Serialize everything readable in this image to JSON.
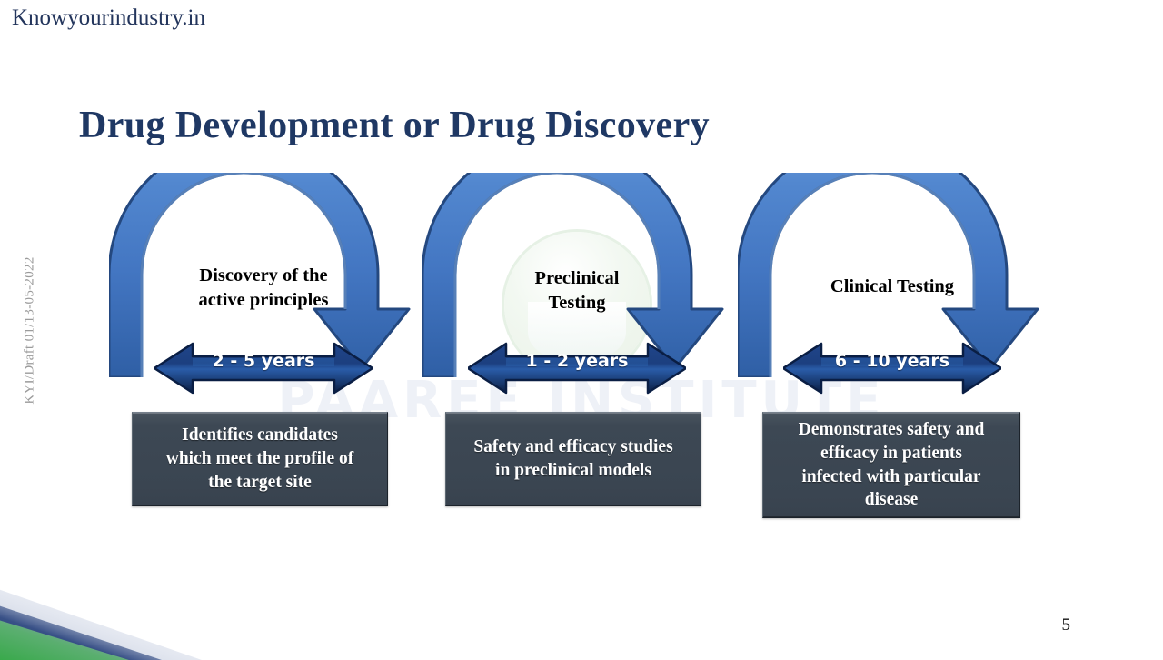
{
  "brand": "Knowyourindustry.in",
  "side_note": "KYI/Draft 01/13-05-2022",
  "title": "Drug Development or Drug Discovery",
  "page_number": "5",
  "watermark": {
    "text": "PAAREE INSTITUTE",
    "logo_name": "paaree-institute-seal"
  },
  "colors": {
    "title": "#1f3864",
    "brand": "#23355c",
    "arc_blue": "#4a7cc6",
    "arc_blue_dark": "#2e5496",
    "duration_navy": "#16346b",
    "duration_navy_dark": "#0b1f46",
    "caption_slate": "#3d4854",
    "corner_green": "#3cab4a",
    "corner_navy": "#1f3864",
    "watermark_text": "#eef1f7"
  },
  "stages": [
    {
      "id": "discovery",
      "heading": "Discovery of the\nactive principles",
      "heading_lines": [
        "Discovery of the",
        "active principles"
      ],
      "duration": "2 - 5 years",
      "caption": "Identifies candidates which meet the profile of the target site",
      "caption_lines": [
        "Identifies candidates",
        "which meet the profile of",
        "the target site"
      ]
    },
    {
      "id": "preclinical",
      "heading": "Preclinical\nTesting",
      "heading_lines": [
        "Preclinical",
        "Testing"
      ],
      "duration": "1 - 2 years",
      "caption": "Safety and efficacy studies in preclinical models",
      "caption_lines": [
        "Safety and efficacy studies",
        "in preclinical models"
      ]
    },
    {
      "id": "clinical",
      "heading": "Clinical Testing",
      "heading_lines": [
        "Clinical Testing"
      ],
      "duration": "6 - 10 years",
      "caption": "Demonstrates safety and efficacy in patients infected with particular disease",
      "caption_lines": [
        "Demonstrates safety and",
        "efficacy in patients",
        "infected with particular",
        "disease"
      ]
    }
  ]
}
